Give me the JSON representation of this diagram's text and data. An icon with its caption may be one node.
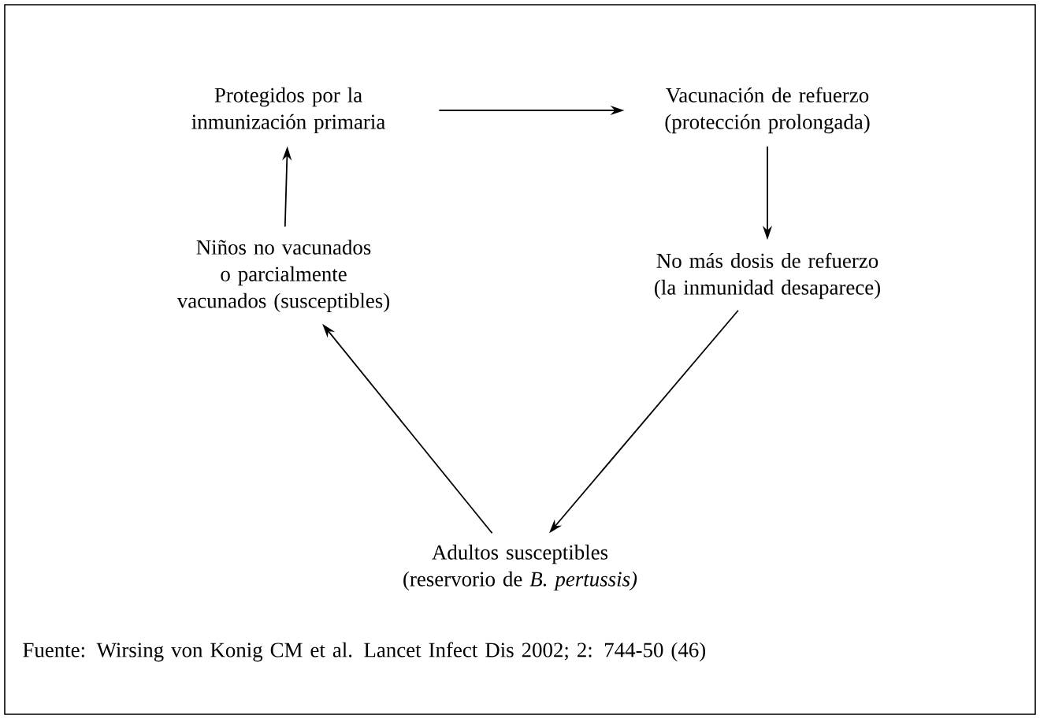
{
  "diagram": {
    "caption": "Fuente: Wirsing von Konig CM et al. Lancet Infect Dis 2002; 2: 744-50 (46)",
    "nodes": [
      {
        "text": [
          "Protegidos por la inmunización primaria"
        ]
      },
      {
        "text": [
          "Vacunación de refuerzo (protección prolongada)"
        ]
      },
      {
        "text": [
          "No más dosis de refuerzo (la inmunidad desaparece)"
        ]
      },
      {
        "text": [
          "Adultos susceptibles (reservorio de *B. pertussis)*"
        ]
      },
      {
        "text": [
          "Niños no vacunados o parcialmente vacunados (susceptibles)"
        ]
      }
    ],
    "edges": [
      {
        "from": 0,
        "to": 1,
        "arrow": "to"
      },
      {
        "from": 1,
        "to": 2,
        "arrow": "to"
      },
      {
        "from": 2,
        "to": 3,
        "arrow": "to"
      },
      {
        "from": 3,
        "to": 4,
        "arrow": "to"
      },
      {
        "from": 4,
        "to": 0,
        "arrow": "to"
      }
    ]
  }
}
